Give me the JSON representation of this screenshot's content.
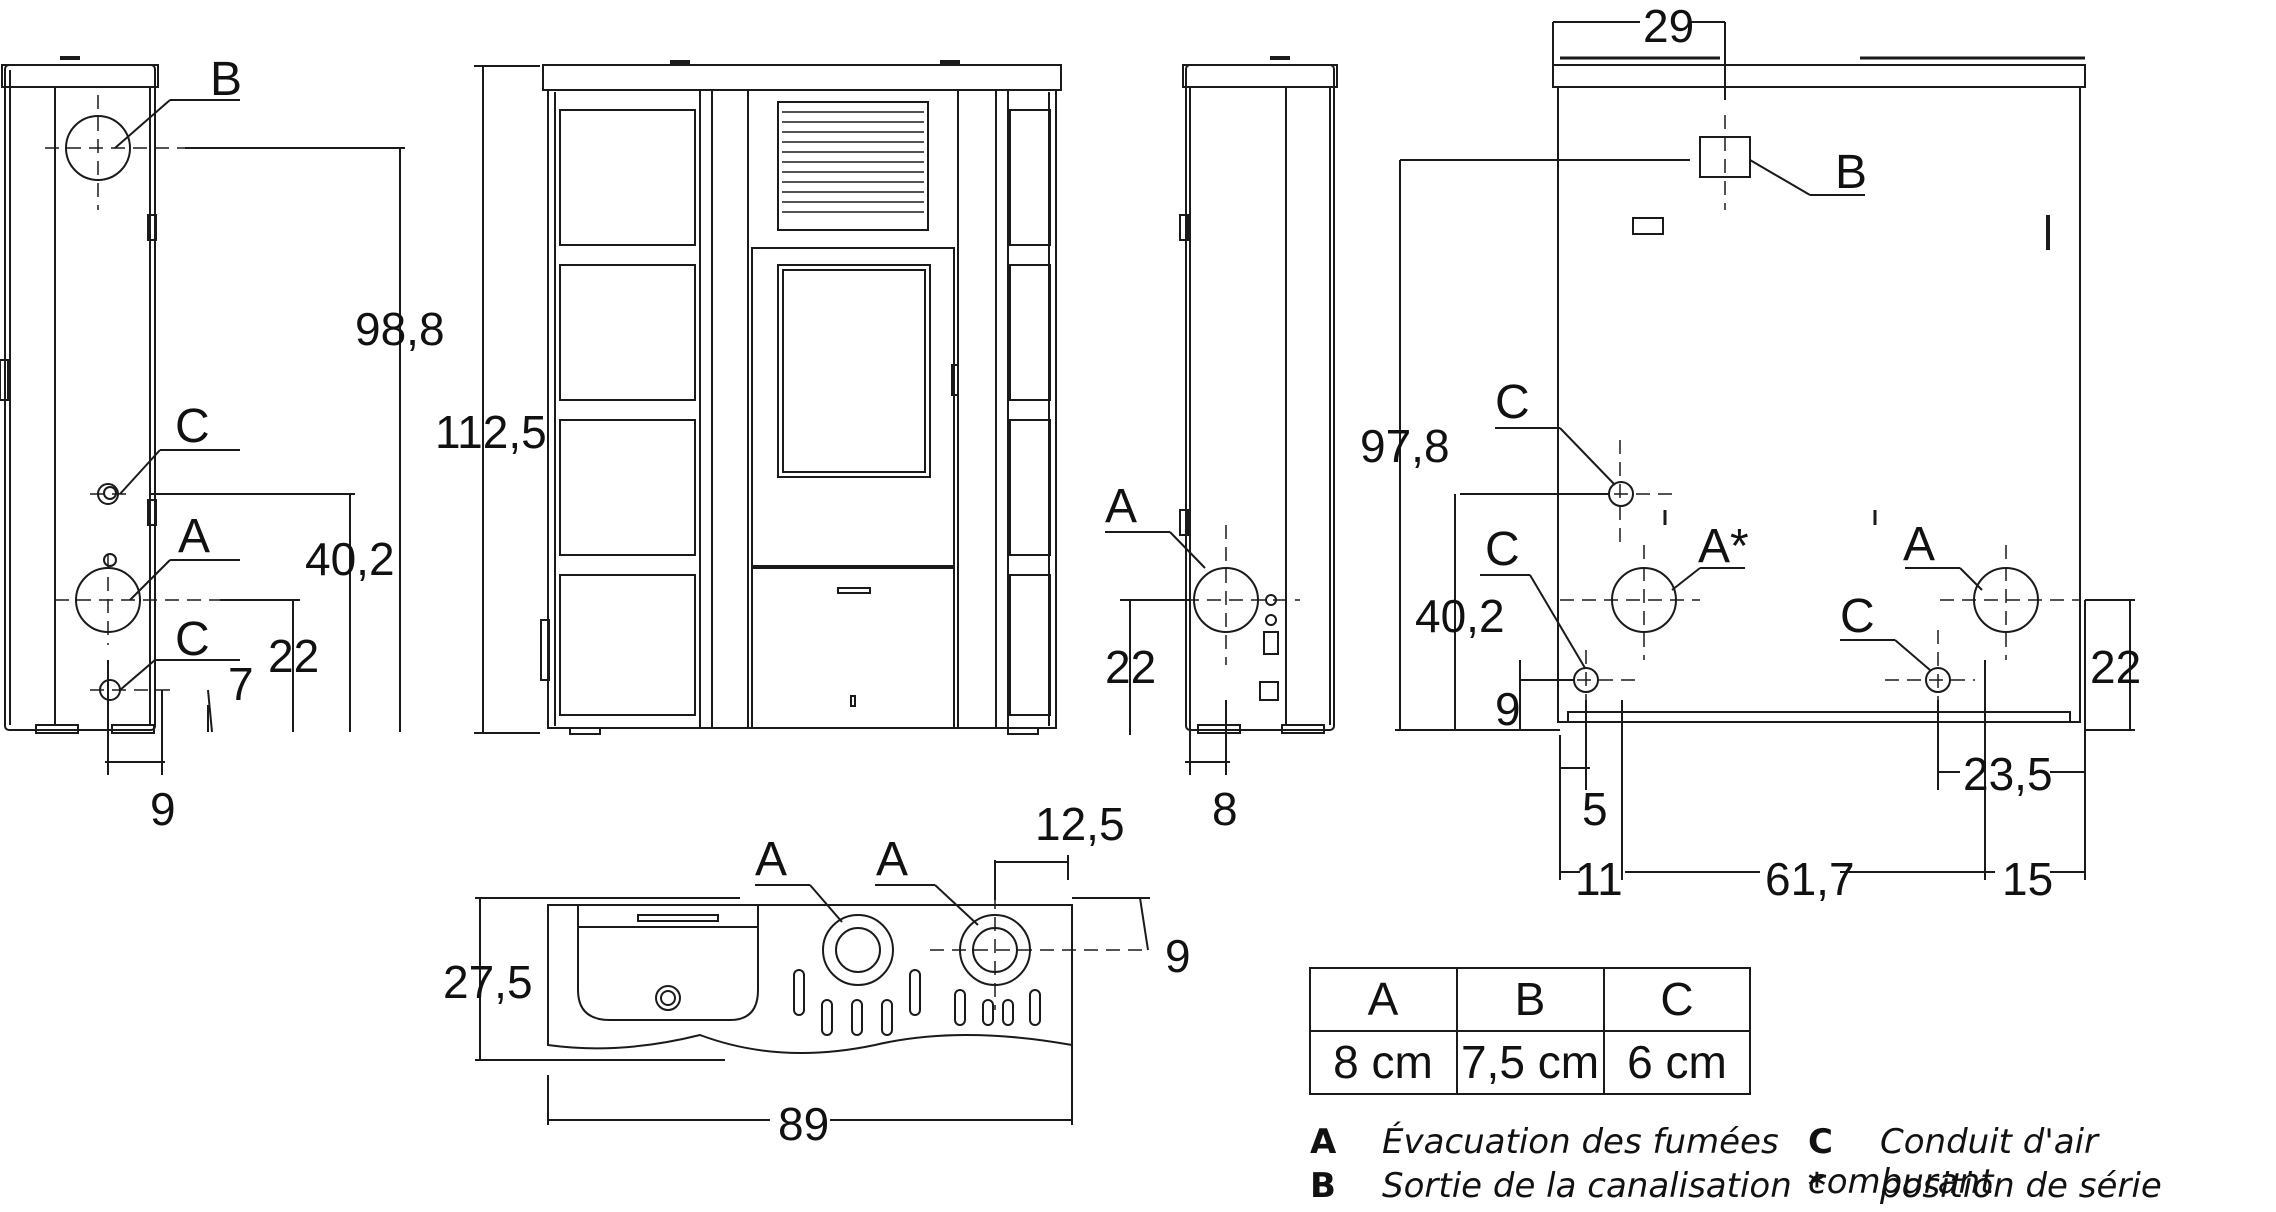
{
  "callouts": {
    "a": "A",
    "a_star": "A*",
    "b": "B",
    "c": "C"
  },
  "dimensions": {
    "left_height_b": "98,8",
    "left_c": "40,2",
    "left_a": "22",
    "left_bottom_c": "7",
    "left_depth": "9",
    "front_height": "112,5",
    "right_a": "22",
    "right_depth": "8",
    "rear_b_offset": "29",
    "rear_b_height": "97,8",
    "rear_c": "40,2",
    "rear_c_low": "9",
    "rear_c_offset": "5",
    "rear_left": "11",
    "rear_between": "61,7",
    "rear_right": "15",
    "rear_c_right": "23,5",
    "rear_a_right": "22",
    "top_depth": "27,5",
    "top_width": "89",
    "top_a_offset": "12,5",
    "top_a_depth": "9"
  },
  "table": {
    "headers": [
      "A",
      "B",
      "C"
    ],
    "values": [
      "8 cm",
      "7,5 cm",
      "6 cm"
    ]
  },
  "legend": [
    {
      "key": "A",
      "text": "Évacuation des fumées"
    },
    {
      "key": "C",
      "text": "Conduit d'air comburant"
    },
    {
      "key": "B",
      "text": "Sortie de la canalisation"
    },
    {
      "key": "*",
      "text": "position de série"
    }
  ]
}
